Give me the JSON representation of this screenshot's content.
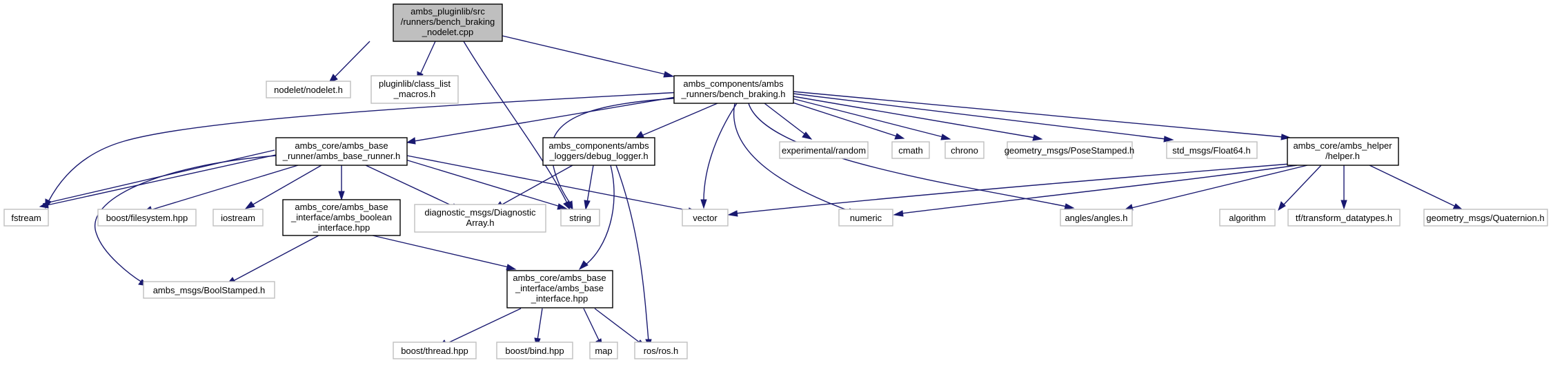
{
  "diagram": {
    "nodes": {
      "main": [
        "ambs_pluginlib/src",
        "/runners/bench_braking",
        "_nodelet.cpp"
      ],
      "nodelet_h": [
        "nodelet/nodelet.h"
      ],
      "class_list_macros": [
        "pluginlib/class_list",
        "_macros.h"
      ],
      "bench_braking_h": [
        "ambs_components/ambs",
        "_runners/bench_braking.h"
      ],
      "base_runner_h": [
        "ambs_core/ambs_base",
        "_runner/ambs_base_runner.h"
      ],
      "debug_logger_h": [
        "ambs_components/ambs",
        "_loggers/debug_logger.h"
      ],
      "experimental_random": [
        "experimental/random"
      ],
      "cmath": [
        "cmath"
      ],
      "chrono": [
        "chrono"
      ],
      "pose_stamped": [
        "geometry_msgs/PoseStamped.h"
      ],
      "float64": [
        "std_msgs/Float64.h"
      ],
      "helper_h": [
        "ambs_core/ambs_helper",
        "/helper.h"
      ],
      "fstream": [
        "fstream"
      ],
      "boost_filesystem": [
        "boost/filesystem.hpp"
      ],
      "iostream": [
        "iostream"
      ],
      "boolean_interface": [
        "ambs_core/ambs_base",
        "_interface/ambs_boolean",
        "_interface.hpp"
      ],
      "diagnostic_array": [
        "diagnostic_msgs/Diagnostic",
        "Array.h"
      ],
      "string": [
        "string"
      ],
      "vector": [
        "vector"
      ],
      "numeric": [
        "numeric"
      ],
      "angles": [
        "angles/angles.h"
      ],
      "algorithm": [
        "algorithm"
      ],
      "transform_datatypes": [
        "tf/transform_datatypes.h"
      ],
      "quaternion": [
        "geometry_msgs/Quaternion.h"
      ],
      "bool_stamped": [
        "ambs_msgs/BoolStamped.h"
      ],
      "base_interface": [
        "ambs_core/ambs_base",
        "_interface/ambs_base",
        "_interface.hpp"
      ],
      "boost_thread": [
        "boost/thread.hpp"
      ],
      "boost_bind": [
        "boost/bind.hpp"
      ],
      "map": [
        "map"
      ],
      "ros_h": [
        "ros/ros.h"
      ]
    }
  }
}
